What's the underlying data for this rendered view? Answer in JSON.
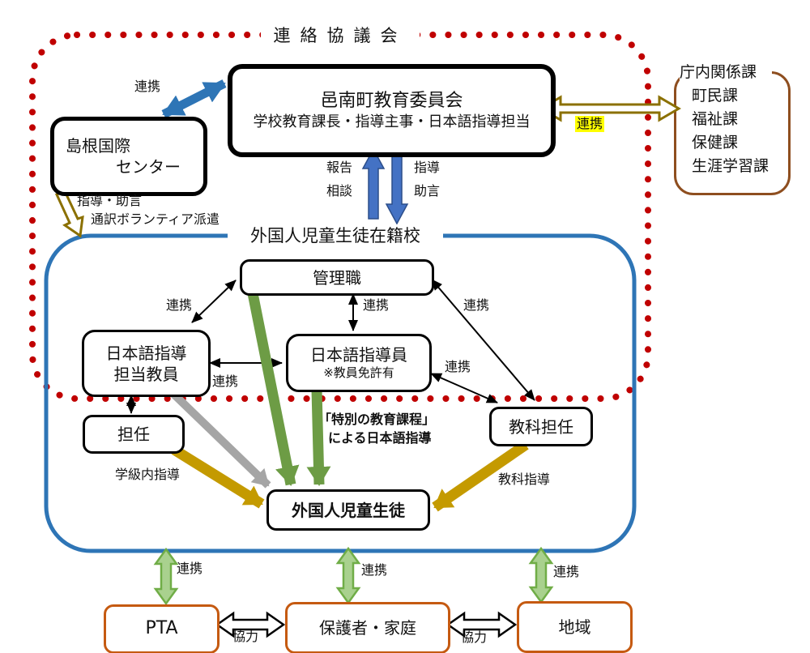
{
  "group_title": "連絡協議会",
  "boxes": {
    "kyoiku_iinkai": {
      "title": "邑南町教育委員会",
      "subtitle": "学校教育課長・指導主事・日本語指導担当"
    },
    "shimane_kokusai": {
      "line1": "島根国際",
      "line2": "センター"
    },
    "chonai": {
      "title": "庁内関係課",
      "items": [
        "町民課",
        "福祉課",
        "保健課",
        "生涯学習課"
      ]
    },
    "school_region": {
      "title": "外国人児童生徒在籍校"
    },
    "kanrishoku": {
      "label": "管理職"
    },
    "nihongo_tanto_kyoin": {
      "line1": "日本語指導",
      "line2": "担当教員"
    },
    "nihongo_shidoin": {
      "line1": "日本語指導員",
      "line2": "※教員免許有"
    },
    "tannin": {
      "label": "担任"
    },
    "kyoka_tannin": {
      "label": "教科担任"
    },
    "gaikokujin_jido_seito": {
      "label": "外国人児童生徒"
    },
    "pta": {
      "label": "PTA"
    },
    "hogosha_katei": {
      "label": "保護者・家庭"
    },
    "chiiki": {
      "label": "地域"
    }
  },
  "labels": {
    "renkei": "連携",
    "hokoku": "報告",
    "sodan": "相談",
    "shido": "指導",
    "jogen": "助言",
    "shido_jogen": "指導・助言",
    "tsuyaku": "通訳ボランティア派遣",
    "tokubetsu_line1": "「特別の教育課程」",
    "tokubetsu_line2": "による日本語指導",
    "gakkyunai_shido": "学級内指導",
    "kyoka_shido": "教科指導",
    "kyoryoku": "協力"
  },
  "colors": {
    "dotted_border_red": "#C00000",
    "school_region_blue": "#2E75B6",
    "blue_arrow_fill": "#4472C4",
    "olive_arrow": "#8B7000",
    "green_arrow": "#6D9C45",
    "light_green_fill": "#A9D18E",
    "light_green_border": "#70AD47",
    "gold_arrow": "#C49A00",
    "gray_arrow": "#A5A5A5",
    "brown_frame": "#8E4E1F",
    "orange_box_border": "#C55A11",
    "highlight_yellow": "#FFFF00"
  }
}
